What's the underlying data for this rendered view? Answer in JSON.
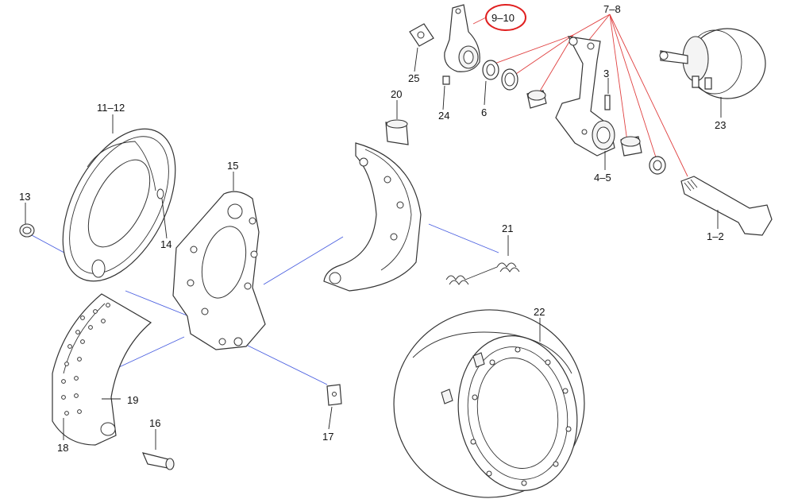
{
  "labels": {
    "l_1_2": "1–2",
    "l_3": "3",
    "l_4_5": "4–5",
    "l_6": "6",
    "l_7_8": "7–8",
    "l_9_10": "9–10",
    "l_11_12": "11–12",
    "l_13": "13",
    "l_14": "14",
    "l_15": "15",
    "l_16": "16",
    "l_17": "17",
    "l_18": "18",
    "l_19": "19",
    "l_20": "20",
    "l_21": "21",
    "l_22": "22",
    "l_23": "23",
    "l_24": "24",
    "l_25": "25"
  },
  "colors": {
    "highlight_circle": "#e02020",
    "callout_lines": "#e04040",
    "assembly_lines": "#4a5fe0"
  }
}
